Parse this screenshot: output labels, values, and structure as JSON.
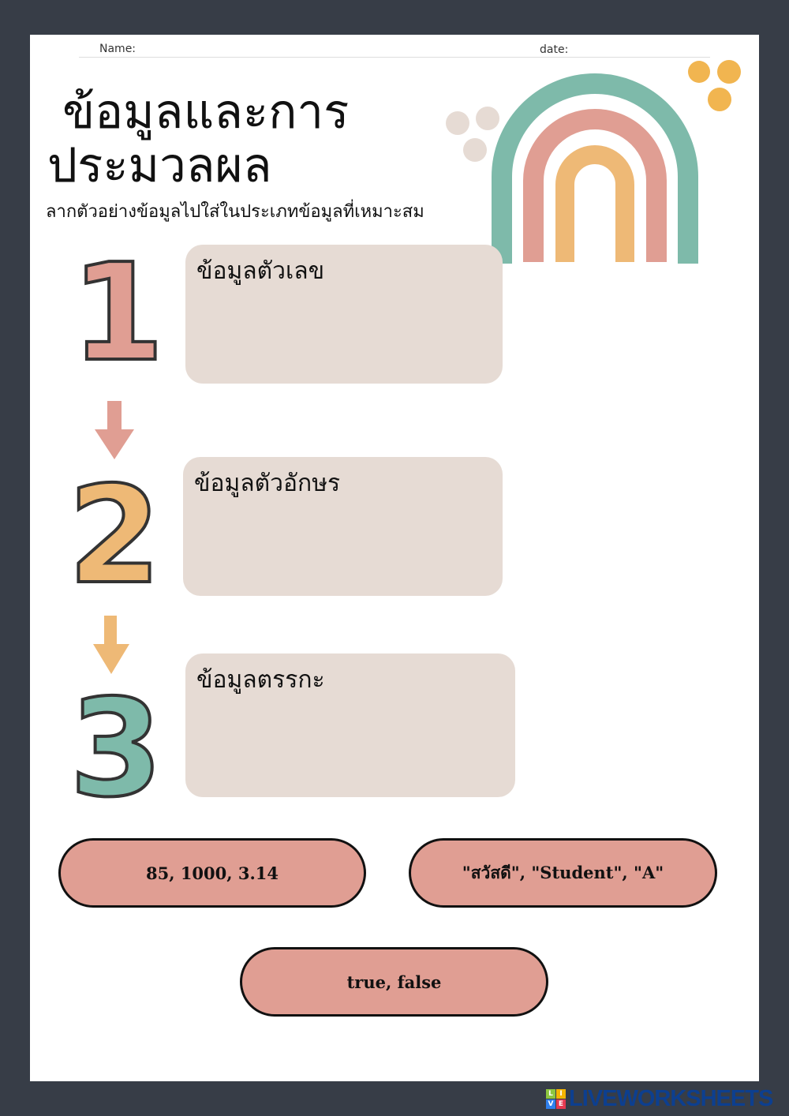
{
  "header": {
    "name_label": "Name:",
    "date_label": "date:"
  },
  "title_line1": " ข้อมูลและการ",
  "title_line2": "ประมวลผล",
  "instruction": "ลากตัวอย่างข้อมูลไปใส่ในประเภทข้อมูลที่เหมาะสม",
  "steps": [
    {
      "number": "1",
      "label": "ข้อมูลตัวเลข",
      "color": "#e09e93"
    },
    {
      "number": "2",
      "label": "ข้อมูลตัวอักษร",
      "color": "#eeb976"
    },
    {
      "number": "3",
      "label": "ข้อมูลตรรกะ",
      "color": "#7ebaaa"
    }
  ],
  "answers": [
    "85, 1000, 3.14",
    "\"สวัสดี\", \"Student\", \"A\"",
    "true, false"
  ],
  "brand": {
    "text": "LIVEWORKSHEETS",
    "logo_letters": [
      "L",
      "I",
      "V",
      "E"
    ]
  }
}
